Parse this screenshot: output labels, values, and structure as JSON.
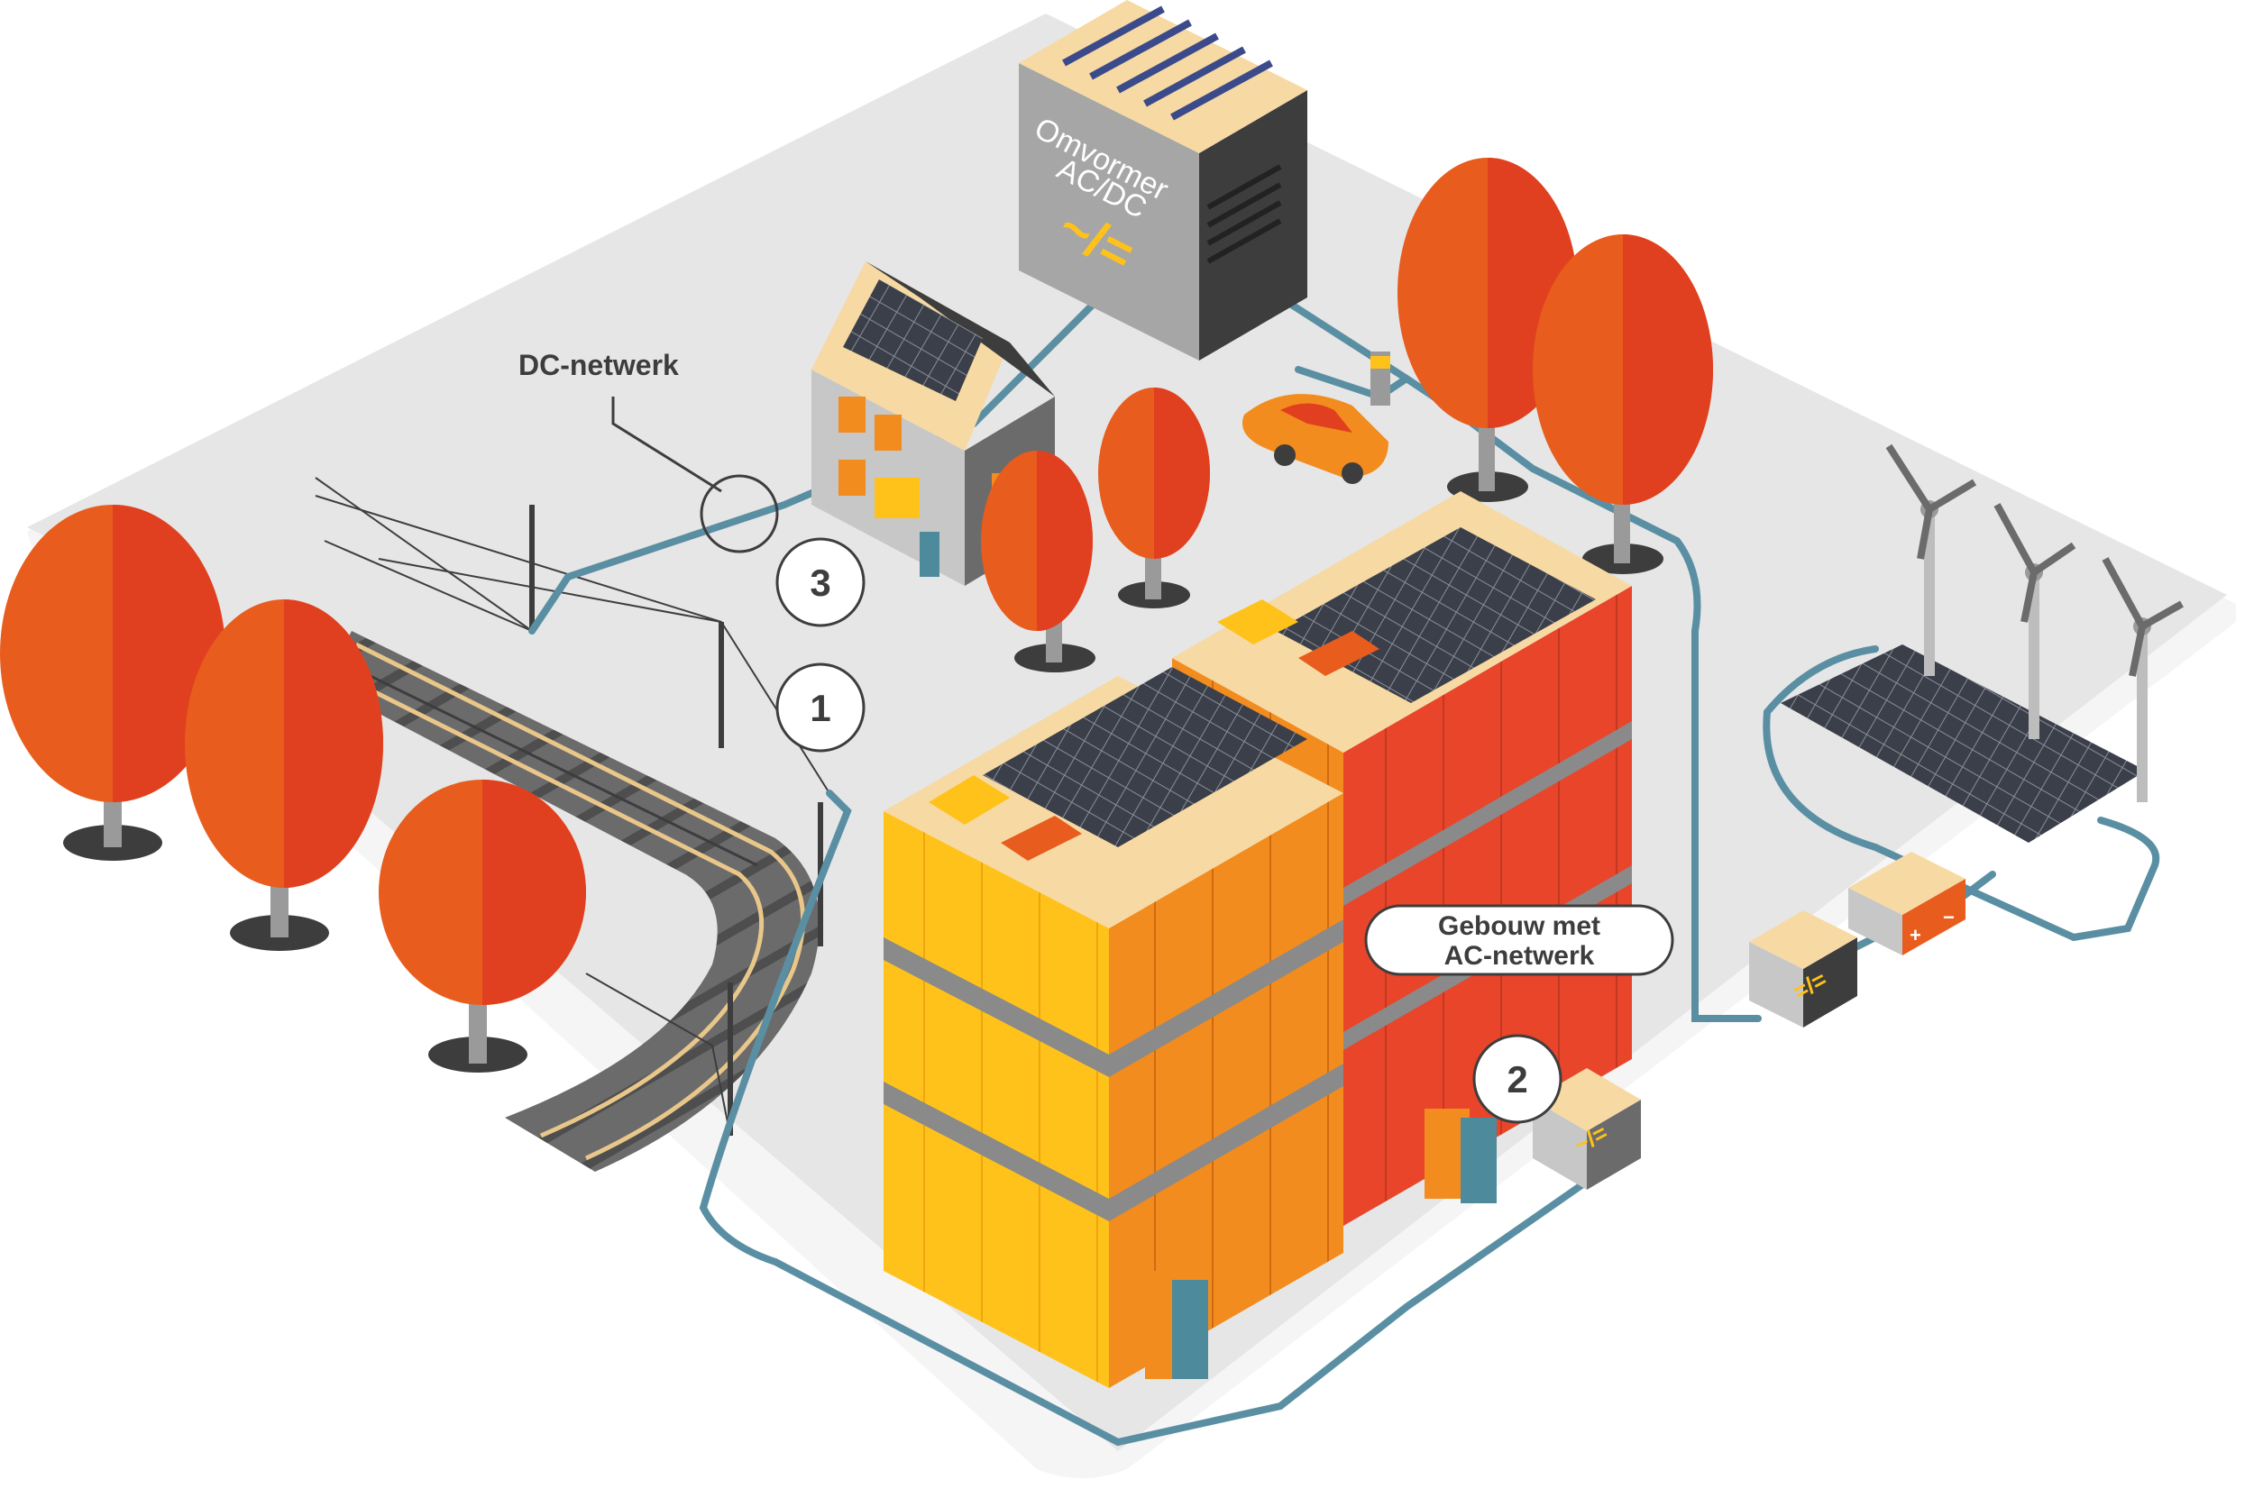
{
  "labels": {
    "dc_network": "DC-netwerk",
    "building_ac_line1": "Gebouw met",
    "building_ac_line2": "AC-netwerk",
    "inverter_line1": "Omvormer",
    "inverter_line2": "AC/DC",
    "inverter_symbol": "~/="
  },
  "markers": [
    "1",
    "2",
    "3"
  ],
  "converter_symbols": {
    "building_converter": "~/=",
    "solar_converter": "=/="
  },
  "icons": {
    "battery_plus": "+",
    "battery_minus": "−"
  },
  "colors": {
    "ground": "#e6e6e6",
    "cable": "#5a8fa3",
    "tree": "#e85c1e",
    "building_orange": "#f28c1e",
    "building_yellow": "#ffc21a",
    "dark": "#3d3d3d",
    "roof_beige": "#f7d9a3",
    "solar_panel": "#3b3f4a"
  }
}
